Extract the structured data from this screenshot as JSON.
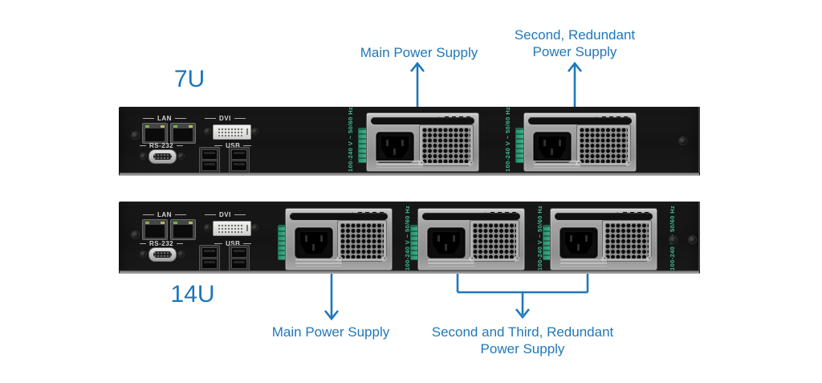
{
  "colors": {
    "accent_blue": "#1f78ba",
    "chassis_black": "#161616",
    "psu_silver": "#a2a2a2",
    "latch_green": "#36ab85"
  },
  "annotations": {
    "main_top": "Main Power Supply",
    "redundant_top_line1": "Second, Redundant",
    "redundant_top_line2": "Power Supply",
    "main_bottom": "Main Power Supply",
    "redundant_bottom_line1": "Second and Third, Redundant",
    "redundant_bottom_line2": "Power Supply"
  },
  "psu": {
    "voltage_label": "100-240 V ~ 50/60 Hz"
  },
  "devices": [
    {
      "size_label": "7U",
      "psu_count": 2,
      "ports": {
        "lan": "LAN",
        "rs232": "RS-232",
        "dvi": "DVI",
        "usb": "USB"
      }
    },
    {
      "size_label": "14U",
      "psu_count": 3,
      "ports": {
        "lan": "LAN",
        "rs232": "RS-232",
        "dvi": "DVI",
        "usb": "USB"
      }
    }
  ]
}
